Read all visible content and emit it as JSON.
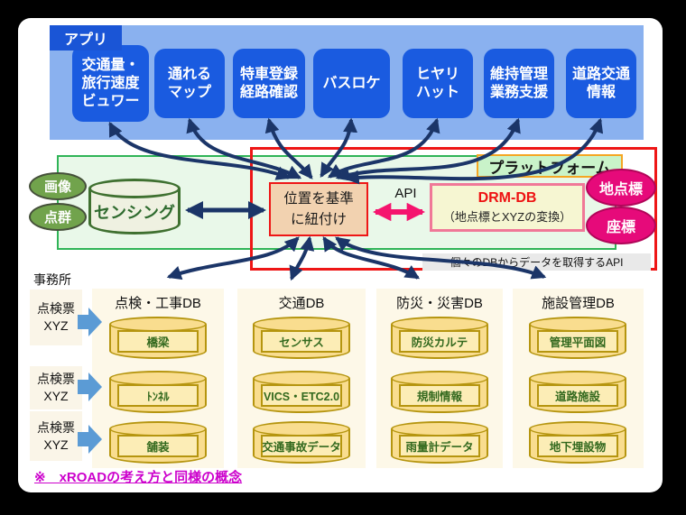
{
  "header": {
    "tag": "アプリ"
  },
  "apps": [
    "交通量・\n旅行速度\nビュワー",
    "通れる\nマップ",
    "特車登録\n経路確認",
    "バスロケ",
    "ヒヤリ\nハット",
    "維持管理\n業務支援",
    "道路交通\n情報"
  ],
  "platform": {
    "tag": "プラットフォーム",
    "link_box": "位置を基準\nに紐付け",
    "api_arrow_label": "API",
    "drm_db": {
      "title": "DRM-DB",
      "subtitle": "（地点標とXYZの変換）"
    },
    "outputs": [
      "地点標",
      "座標"
    ],
    "api_note": "個々のDBからデータを取得するAPI"
  },
  "sensing": {
    "inputs": [
      "画像",
      "点群"
    ],
    "cylinder": "センシング"
  },
  "office": {
    "label": "事務所",
    "inputs": [
      "点検票\nXYZ",
      "点検票\nXYZ",
      "点検票\nXYZ"
    ]
  },
  "databases": [
    {
      "title": "点検・工事DB",
      "items": [
        "橋梁",
        "ﾄﾝﾈﾙ",
        "舗装"
      ]
    },
    {
      "title": "交通DB",
      "items": [
        "センサス",
        "VICS・ETC2.0",
        "交通事故データ"
      ]
    },
    {
      "title": "防災・災害DB",
      "items": [
        "防災カルテ",
        "規制情報",
        "雨量計データ"
      ]
    },
    {
      "title": "施設管理DB",
      "items": [
        "管理平面図",
        "道路施設",
        "地下埋設物"
      ]
    }
  ],
  "footnote": "※　xROADの考え方と同様の概念",
  "colors": {
    "band_blue": "#8ab1ef",
    "app_blue": "#1a5be0",
    "arrow_navy": "#1b3568",
    "green_border": "#2fb457",
    "green_fill": "#e9f8e9",
    "red": "#ee1616",
    "pink_arrow": "#f5146e",
    "deep_pink": "#e60a7a",
    "olive_green": "#71a34c",
    "gold_border": "#b5950f",
    "cylinder_fill": "#f9dd8f",
    "column_cream": "#fdf8e8",
    "dark_green_text": "#33691e",
    "footnote_magenta": "#cc00cc",
    "office_arrow_blue": "#5b9bd5"
  }
}
